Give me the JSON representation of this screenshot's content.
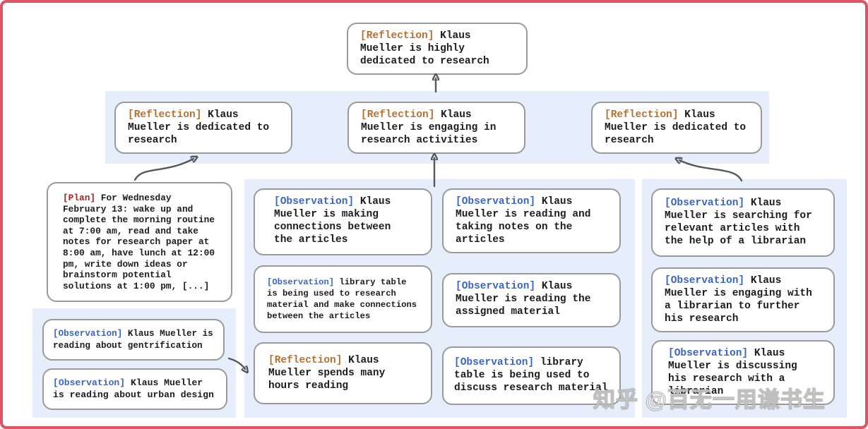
{
  "watermark": "知乎 @百无一用谦书生",
  "colors": {
    "frame_border": "#dd5565",
    "band_bg": "#e5eefa",
    "box_border": "#9a9a9a",
    "reflection": "#b8702f",
    "observation": "#3b66c4",
    "plan": "#a12523",
    "arrow": "#55595c"
  },
  "nodes": {
    "root": {
      "tag": "[Reflection]",
      "text": "Klaus Mueller is highly dedicated to research"
    },
    "reflections": [
      {
        "tag": "[Reflection]",
        "text": "Klaus Mueller is dedicated to research"
      },
      {
        "tag": "[Reflection]",
        "text": "Klaus Mueller is engaging in research activities"
      },
      {
        "tag": "[Reflection]",
        "text": "Klaus Mueller is dedicated to research"
      }
    ],
    "plan": {
      "tag": "[Plan]",
      "text": "For Wednesday February 13: wake up and complete the morning routine at 7:00 am, read and take notes for research paper at 8:00 am, have lunch at 12:00 pm, write down ideas or brainstorm potential solutions at 1:00 pm, [...]"
    },
    "left_observations": [
      {
        "tag": "[Observation]",
        "text": "Klaus Mueller is reading about gentrification"
      },
      {
        "tag": "[Observation]",
        "text": "Klaus Mueller is reading about urban design"
      }
    ],
    "middle_col1": [
      {
        "tag": "[Observation]",
        "text": "Klaus Mueller is making connections between the articles"
      },
      {
        "tag": "[Observation]",
        "text": "library table is being used to research material and make connections between the articles"
      },
      {
        "tag": "[Reflection]",
        "text": "Klaus Mueller spends many hours reading"
      }
    ],
    "middle_col2": [
      {
        "tag": "[Observation]",
        "text": "Klaus Mueller is reading and taking notes on the articles"
      },
      {
        "tag": "[Observation]",
        "text": "Klaus Mueller is reading the assigned material"
      },
      {
        "tag": "[Observation]",
        "text": "library table is being used to discuss research material"
      }
    ],
    "right_col": [
      {
        "tag": "[Observation]",
        "text": "Klaus Mueller is searching for relevant articles with the help of a librarian"
      },
      {
        "tag": "[Observation]",
        "text": "Klaus Mueller is engaging with a librarian to further his research"
      },
      {
        "tag": "[Observation]",
        "text": "Klaus Mueller is discussing his research with a librarian"
      }
    ]
  },
  "edges": [
    {
      "from": "reflections-band",
      "to": "root-reflection"
    },
    {
      "from": "plan",
      "to": "reflection-left"
    },
    {
      "from": "middle-observations-band",
      "to": "reflection-middle"
    },
    {
      "from": "right-observations-band",
      "to": "reflection-right"
    },
    {
      "from": "left-observations-band",
      "to": "middle-reflection-node"
    }
  ]
}
